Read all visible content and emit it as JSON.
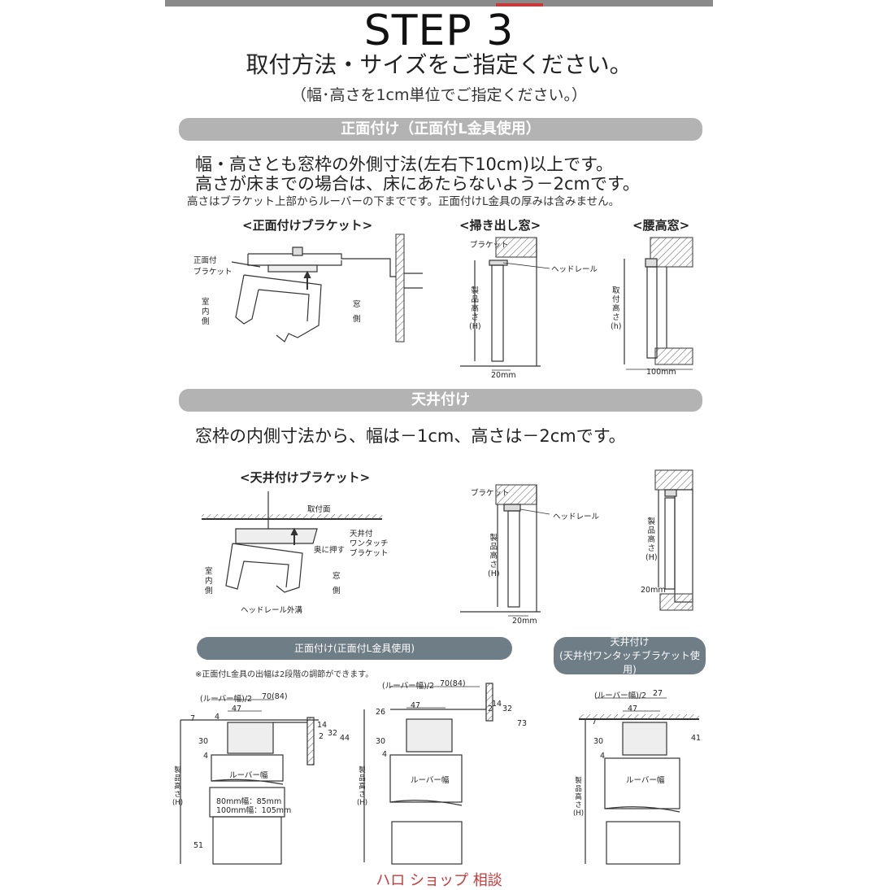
{
  "header": {
    "step": "STEP 3",
    "title": "取付方法・サイズをご指定ください。",
    "note": "（幅･高さを1cm単位でご指定ください。）"
  },
  "front": {
    "band": "正面付け（正面付L金具使用）",
    "line1": "幅・高さとも窓枠の外側寸法(左右下10cm)以上です。",
    "line2": "高さが床までの場合は、床にあたらないよう－2cmです。",
    "line3": "高さはブラケット上部からルーバーの下までです。正面付けL金具の厚みは含みません。",
    "fig1_title": "<正面付けブラケット>",
    "fig1_bracket": [
      "正面付",
      "ブラケット"
    ],
    "fig1_indoor": [
      "室",
      "内",
      "側"
    ],
    "fig1_window": [
      "窓",
      "側"
    ],
    "fig2_title": "<掃き出し窓>",
    "fig2_bracket": "ブラケット",
    "fig2_headrail": "ヘッドレール",
    "fig2_height": [
      "製",
      "品",
      "高",
      "さ",
      "(H)"
    ],
    "fig2_dim": "20mm",
    "fig3_title": "<腰高窓>",
    "fig3_height": [
      "取",
      "付",
      "高",
      "さ",
      "(h)"
    ],
    "fig3_dim": "100mm"
  },
  "ceiling": {
    "band": "天井付け",
    "line1": "窓枠の内側寸法から、幅は－1cm、高さは－2cmです。",
    "fig1_title": "<天井付けブラケット>",
    "fig1_surface": "取付面",
    "fig1_push": "奥に押す",
    "fig1_bracket": [
      "天井付",
      "ワンタッチ",
      "ブラケット"
    ],
    "fig1_indoor": [
      "室",
      "内",
      "側"
    ],
    "fig1_window": [
      "窓",
      "側"
    ],
    "fig1_groove": "ヘッドレール外溝",
    "fig2_bracket": "ブラケット",
    "fig2_headrail": "ヘッドレール",
    "fig2_height": [
      "製",
      "品",
      "高",
      "さ",
      "(H)"
    ],
    "fig2_dim": "20mm",
    "fig3_height": [
      "製",
      "品",
      "高",
      "さ",
      "(H)"
    ],
    "fig3_dim": "20mm"
  },
  "bottom": {
    "pill1": "正面付け(正面付L金具使用)",
    "pill2_line1": "天井付け",
    "pill2_line2": "(天井付ワンタッチブラケット使用)",
    "note": "※正面付L金具の出幅は2段階の調節ができます。",
    "d1": {
      "louver_half": "(ルーバー幅)/2",
      "top": "70(84)",
      "w47": "47",
      "n4": "4",
      "n7": "7",
      "n30": "30",
      "n4b": "4",
      "n14": "14",
      "n2": "2",
      "n32": "32",
      "n44": "44",
      "louver": "ルーバー幅",
      "w80": "80mm幅：85mm",
      "w100": "100mm幅：105mm",
      "n51": "51",
      "height": [
        "製",
        "品",
        "高",
        "さ",
        "(H)"
      ]
    },
    "d2": {
      "louver_half": "(ルーバー幅)/2",
      "top": "70(84)",
      "w47": "47",
      "n26": "26",
      "n30": "30",
      "n4": "4",
      "n14": "14",
      "n2": "2",
      "n32": "32",
      "n73": "73",
      "louver": "ルーバー幅",
      "height": [
        "製",
        "品",
        "高",
        "さ",
        "(H)"
      ]
    },
    "d3": {
      "louver_half": "(ルーバー幅)/2",
      "top": "27",
      "w47": "47",
      "n7": "7",
      "n30": "30",
      "n4": "4",
      "n41": "41",
      "louver": "ルーバー幅",
      "height": [
        "製",
        "品",
        "高",
        "さ",
        "(H)"
      ]
    },
    "footer": "ハロ ショップ 相談"
  }
}
